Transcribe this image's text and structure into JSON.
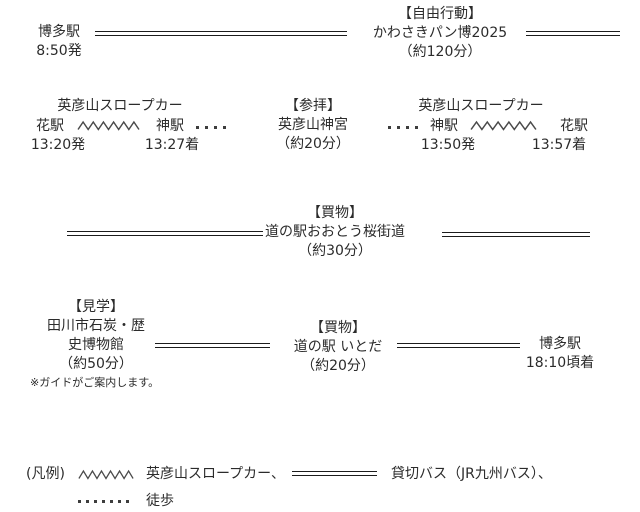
{
  "colors": {
    "text": "#2b2b2b",
    "bus_line": "#1c1c1c",
    "wavy_line": "#4a4a4a",
    "background": "#ffffff"
  },
  "row1": {
    "depart_station": "博多駅",
    "depart_time": "8:50発",
    "activity_tag": "【自由行動】",
    "activity_name": "かわさきパン博2025",
    "activity_duration": "（約120分）"
  },
  "row2": {
    "slopecar1_title": "英彦山スロープカー",
    "slopecar1_from": "花駅",
    "slopecar1_to": "神駅",
    "slopecar1_dep": "13:20発",
    "slopecar1_arr": "13:27着",
    "visit_tag": "【参拝】",
    "visit_name": "英彦山神宮",
    "visit_duration": "（約20分）",
    "slopecar2_title": "英彦山スロープカー",
    "slopecar2_from": "神駅",
    "slopecar2_to": "花駅",
    "slopecar2_dep": "13:50発",
    "slopecar2_arr": "13:57着"
  },
  "row3": {
    "shopping_tag": "【買物】",
    "shopping_name": "道の駅おおとう桜街道",
    "shopping_duration": "（約30分）"
  },
  "row4": {
    "museum_tag": "【見学】",
    "museum_name_line1": "田川市石炭・歴",
    "museum_name_line2": "史博物館",
    "museum_duration": "（約50分）",
    "museum_note": "※ガイドがご案内します。",
    "shopping_tag": "【買物】",
    "shopping_name": "道の駅 いとだ",
    "shopping_duration": "（約20分）",
    "arrive_station": "博多駅",
    "arrive_time": "18:10頃着"
  },
  "legend": {
    "label": "(凡例)",
    "slopecar_label": "英彦山スロープカー、",
    "bus_label": "貸切バス（JR九州バス）、",
    "walk_label": "徒歩"
  }
}
